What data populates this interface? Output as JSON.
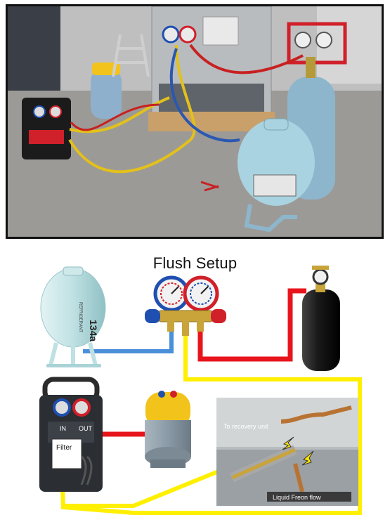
{
  "title": "Flush Setup",
  "labels": {
    "in": "IN",
    "out": "OUT",
    "filter": "Filter",
    "to_recovery": "To recovery unit",
    "liquid_flow": "Liquid Freon flow",
    "tank_brand": "REFRIGERANT",
    "tank_type": "134a"
  },
  "colors": {
    "hose_red": "#e8141b",
    "hose_blue": "#4a90d9",
    "hose_yellow": "#ffef00",
    "arrow_yellow": "#ffe600",
    "tank_blue": "#bfe1e3",
    "tank_black": "#1a1a1a",
    "recovery_tank_yellow": "#f2c31a",
    "recovery_tank_gray": "#8a9aa6",
    "gauge_red": "#d0202a",
    "gauge_blue": "#1f4fb0"
  },
  "icons": [
    "refrigerant-tank-icon",
    "manifold-gauge-icon",
    "nitrogen-tank-icon",
    "recovery-machine-icon",
    "recovery-tank-icon",
    "flow-arrow-icon"
  ]
}
